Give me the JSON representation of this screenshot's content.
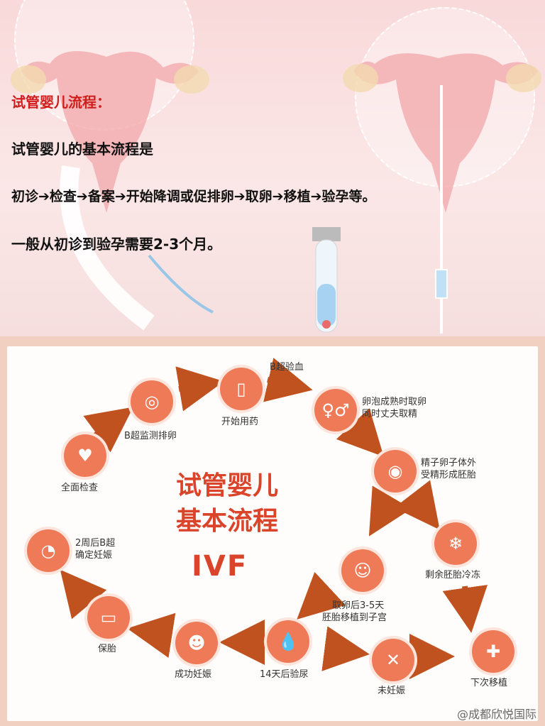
{
  "top": {
    "heading": "试管婴儿流程：",
    "line1": "试管婴儿的基本流程是",
    "line2": "初诊➔检查➔备案➔开始降调或促排卵➔取卵➔移植➔验孕等。",
    "line3": "一般从初诊到验孕需要2-3个月。"
  },
  "diagram": {
    "title_line1": "试管婴儿",
    "title_line2": "基本流程",
    "title_line3": "IVF",
    "steps": {
      "full_check": "全面检查",
      "b_monitor": "B超监测排卵",
      "start_med": "开始用药",
      "b_blood": "B超验血",
      "retrieval_line1": "卵泡成熟时取卵",
      "retrieval_line2": "同时丈夫取精",
      "ivf_line1": "精子卵子体外",
      "ivf_line2": "受精形成胚胎",
      "freeze": "剩余胚胎冷冻",
      "transfer_line1": "取卵后3-5天",
      "transfer_line2": "胚胎移植到子宫",
      "test_14": "14天后验尿",
      "not_pregnant": "未妊娠",
      "next_transfer": "下次移植",
      "success": "成功妊娠",
      "protect": "保胎",
      "confirm_line1": "2周后B超",
      "confirm_line2": "确定妊娠"
    },
    "watermark": "@成都欣悦国际"
  },
  "colors": {
    "accent": "#ef7a57",
    "arrow": "#c0521f",
    "title": "#d9442b"
  }
}
